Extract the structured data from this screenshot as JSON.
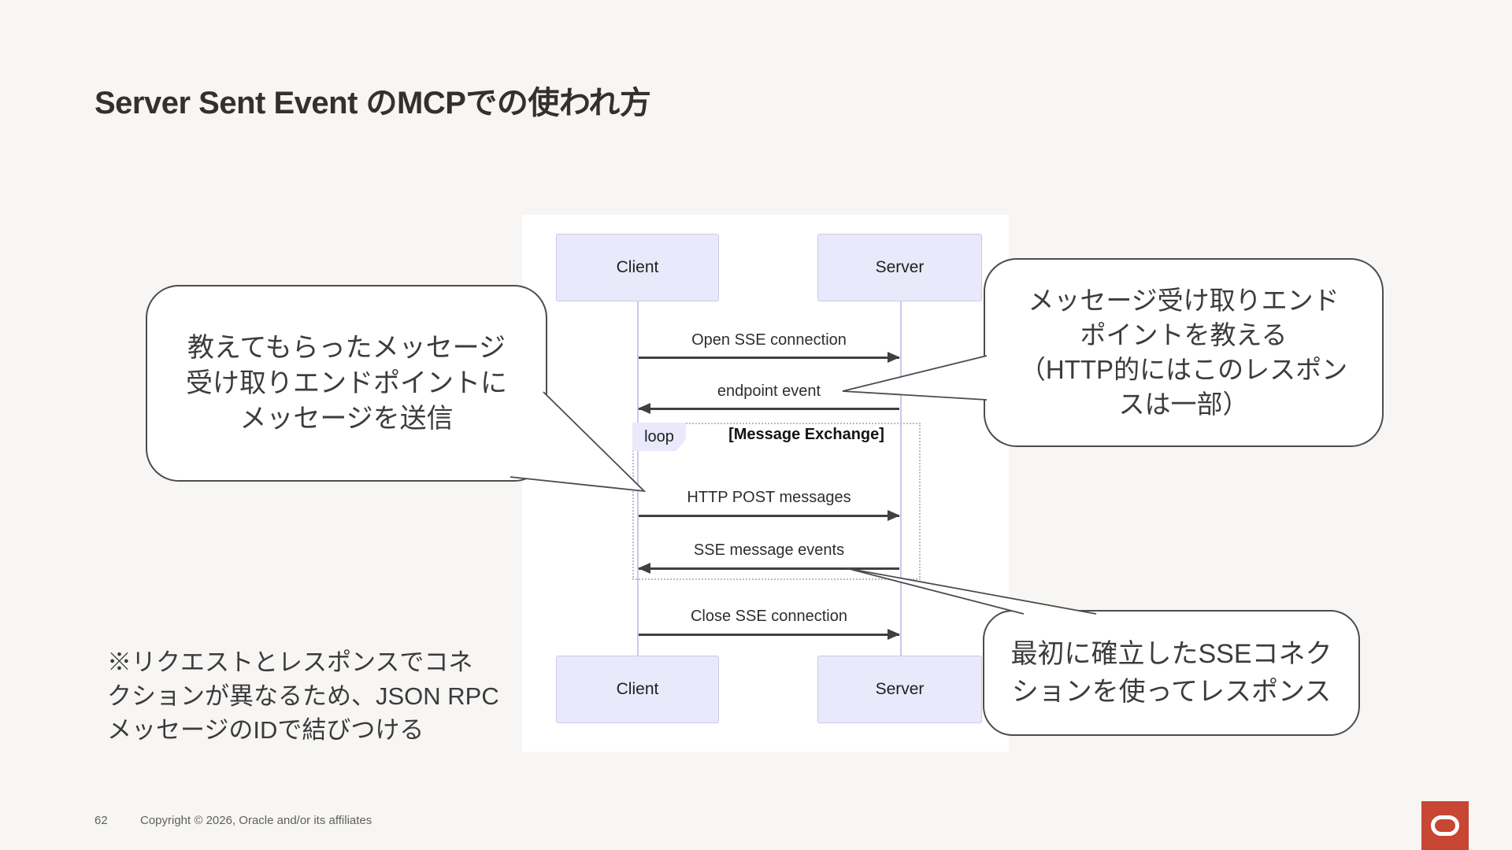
{
  "slide": {
    "title": "Server Sent Event のMCPでの使われ方",
    "footer": {
      "page_number": "62",
      "copyright": "Copyright © 2026, Oracle and/or its affiliates"
    }
  },
  "diagram": {
    "type": "uml-sequence",
    "actors": {
      "client": "Client",
      "server": "Server"
    },
    "messages": [
      {
        "label": "Open SSE connection",
        "from": "Client",
        "to": "Server",
        "direction": "right"
      },
      {
        "label": "endpoint event",
        "from": "Server",
        "to": "Client",
        "direction": "left"
      },
      {
        "label": "HTTP POST messages",
        "from": "Client",
        "to": "Server",
        "direction": "right",
        "in_loop": true
      },
      {
        "label": "SSE message events",
        "from": "Server",
        "to": "Client",
        "direction": "left",
        "in_loop": true
      },
      {
        "label": "Close SSE connection",
        "from": "Client",
        "to": "Server",
        "direction": "right"
      }
    ],
    "loop": {
      "label": "loop",
      "condition": "[Message Exchange]"
    }
  },
  "callouts": {
    "left": {
      "lines": [
        "教えてもらったメッセージ",
        "受け取りエンドポイントに",
        "メッセージを送信"
      ]
    },
    "top_right": {
      "lines": [
        "メッセージ受け取りエンド",
        "ポイントを教える",
        "（HTTP的にはこのレスポン",
        "スは一部）"
      ]
    },
    "bottom_right": {
      "lines": [
        "最初に確立したSSEコネク",
        "ションを使ってレスポンス"
      ]
    }
  },
  "note": {
    "lines": [
      "※リクエストとレスポンスでコネ",
      "クションが異なるため、JSON RPC",
      "メッセージのIDで結びつける"
    ]
  },
  "colors": {
    "slide_background": "#F7F6F4",
    "diagram_background": "#FFFFFF",
    "actor_fill": "#E9E9FB",
    "actor_border": "#C9C9E8",
    "lifeline": "#C9C9EA",
    "arrow": "#404040",
    "loop_border": "#B8B8DC",
    "bubble_border": "#4C4C4C",
    "logo_red": "#C74634",
    "footer_text": "#5F5F5F"
  }
}
